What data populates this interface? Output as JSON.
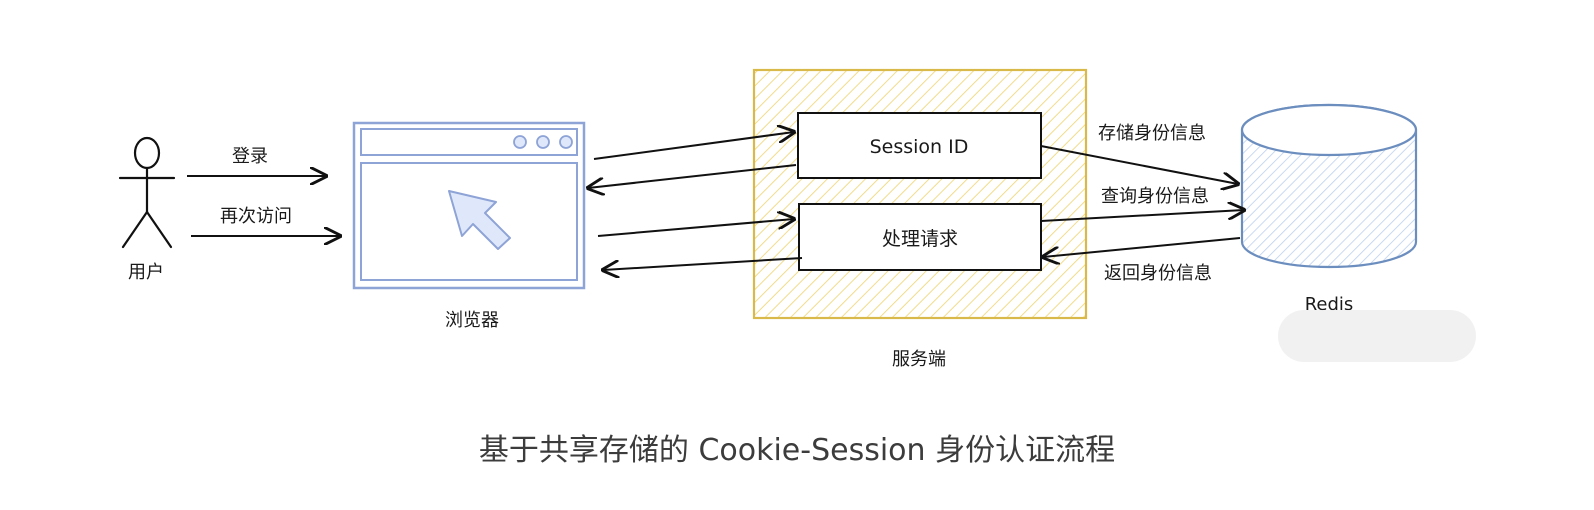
{
  "diagram": {
    "user": {
      "label": "用户"
    },
    "browser": {
      "label": "浏览器"
    },
    "server": {
      "label": "服务端",
      "session_box": "Session ID",
      "process_box": "处理请求"
    },
    "redis": {
      "label": "Redis"
    },
    "edges": {
      "login": "登录",
      "revisit": "再次访问",
      "store": "存储身份信息",
      "query": "查询身份信息",
      "return": "返回身份信息"
    },
    "colors": {
      "browser_stroke": "#8ea3d6",
      "browser_fill": "#dfe8fb",
      "server_stroke": "#d8b94a",
      "server_hatch": "#f2dc8c",
      "redis_stroke": "#6c8ebf",
      "redis_hatch": "#bcd0ee"
    }
  },
  "caption": "基于共享存储的 Cookie-Session 身份认证流程"
}
